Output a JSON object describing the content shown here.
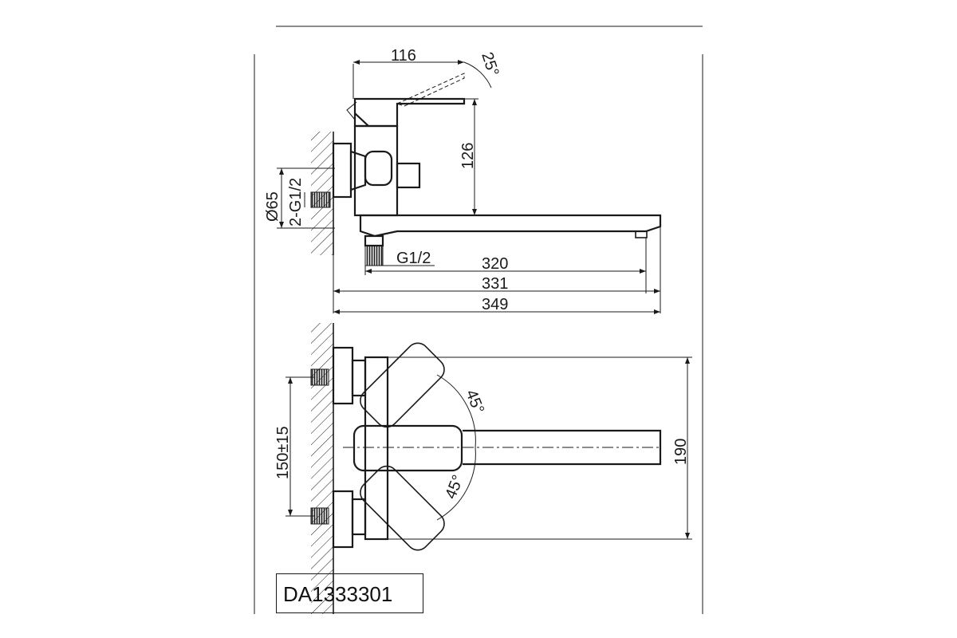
{
  "product_code": "DA1333301",
  "dimensions": {
    "handle_length": "116",
    "handle_angle": "25°",
    "body_height": "126",
    "flange_diameter": "Ø65",
    "inlet_thread": "2-G1/2",
    "outlet_thread": "G1/2",
    "spout_320": "320",
    "spout_331": "331",
    "overall_349": "349",
    "centers": "150±15",
    "depth": "190",
    "swivel_angle_top": "45°",
    "swivel_angle_bottom": "45°"
  },
  "colors": {
    "line": "#1a1a1a",
    "background": "#ffffff"
  }
}
